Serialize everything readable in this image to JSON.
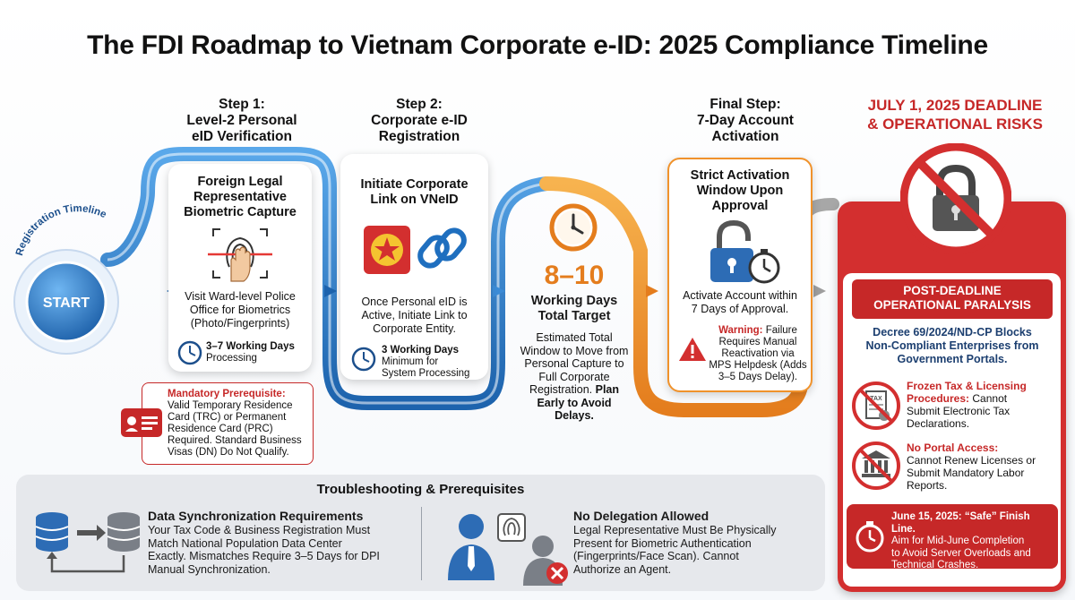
{
  "title": "The FDI Roadmap to Vietnam Corporate e-ID: 2025 Compliance Timeline",
  "start": {
    "arc_label": "Registration Timeline",
    "button": "START"
  },
  "step1": {
    "heading_1": "Step 1:",
    "heading_2": "Level-2 Personal",
    "heading_3": "eID Verification",
    "card_title_1": "Foreign Legal",
    "card_title_2": "Representative",
    "card_title_3": "Biometric Capture",
    "body_1": "Visit Ward-level Police",
    "body_2": "Office for Biometrics",
    "body_3": "(Photo/Fingerprints)",
    "duration_1": "3–7 Working Days",
    "duration_2": "Processing",
    "prereq_title": "Mandatory Prerequisite:",
    "prereq_1": "Valid Temporary Residence",
    "prereq_2": "Card (TRC) or Permanent",
    "prereq_3": "Residence Card (PRC)",
    "prereq_4": "Required. Standard Business",
    "prereq_5": "Visas (DN) Do Not Qualify."
  },
  "step2": {
    "heading_1": "Step 2:",
    "heading_2": "Corporate e-ID",
    "heading_3": "Registration",
    "card_title_1": "Initiate Corporate",
    "card_title_2": "Link on VNeID",
    "body_1": "Once Personal eID is",
    "body_2": "Active, Initiate Link to",
    "body_3": "Corporate Entity.",
    "duration_1": "3 Working Days",
    "duration_2": "Minimum for",
    "duration_3": "System Processing"
  },
  "target": {
    "number": "8–10",
    "label_1": "Working Days",
    "label_2": "Total Target",
    "desc_1": "Estimated Total",
    "desc_2": "Window to Move from",
    "desc_3": "Personal Capture to",
    "desc_4": "Full Corporate",
    "desc_5": "Registration.",
    "desc_bold_1": "Plan",
    "desc_bold_2": "Early to Avoid",
    "desc_bold_3": "Delays."
  },
  "final": {
    "heading_1": "Final Step:",
    "heading_2": "7-Day Account",
    "heading_3": "Activation",
    "card_title_1": "Strict Activation",
    "card_title_2": "Window Upon",
    "card_title_3": "Approval",
    "body_1": "Activate Account within",
    "body_2": "7 Days of Approval.",
    "warn_label": "Warning:",
    "warn_1": "Failure",
    "warn_2": "Requires Manual",
    "warn_3": "Reactivation via",
    "warn_4": "MPS Helpdesk (Adds",
    "warn_5": "3–5 Days Delay)."
  },
  "risks": {
    "heading_1": "JULY 1, 2025 DEADLINE",
    "heading_2": "& OPERATIONAL RISKS",
    "banner_1": "POST-DEADLINE",
    "banner_2": "OPERATIONAL PARALYSIS",
    "decree_1": "Decree 69/2024/ND-CP Blocks",
    "decree_2": "Non-Compliant Enterprises from",
    "decree_3": "Government Portals.",
    "item1_title_1": "Frozen Tax & Licensing",
    "item1_title_2": "Procedures:",
    "item1_body_1": "Cannot",
    "item1_body_2": "Submit Electronic Tax",
    "item1_body_3": "Declarations.",
    "item2_title": "No Portal Access:",
    "item2_body_1": "Cannot Renew Licenses or",
    "item2_body_2": "Submit Mandatory Labor",
    "item2_body_3": "Reports.",
    "icon_tax_label": "TAX",
    "june_1": "June 15, 2025: “Safe” Finish Line.",
    "june_2": "Aim for Mid-June Completion",
    "june_3": "to Avoid Server Overloads and",
    "june_4": "Technical Crashes."
  },
  "troubleshooting": {
    "title": "Troubleshooting & Prerequisites",
    "sync_title": "Data Synchronization Requirements",
    "sync_1": "Your Tax Code & Business Registration Must",
    "sync_2": "Match National Population Data Center",
    "sync_3": "Exactly. Mismatches Require 3–5 Days for DPI",
    "sync_4": "Manual Synchronization.",
    "deleg_title": "No Delegation Allowed",
    "deleg_1": "Legal Representative Must Be Physically",
    "deleg_2": "Present for Biometric Authentication",
    "deleg_3": "(Fingerprints/Face Scan). Cannot",
    "deleg_4": "Authorize an Agent."
  },
  "colors": {
    "blue": "#1f6fbf",
    "light_blue": "#4a9be0",
    "orange": "#f0922b",
    "red": "#d32f2f",
    "dark_red": "#b71c1c",
    "grey": "#9e9e9e"
  }
}
